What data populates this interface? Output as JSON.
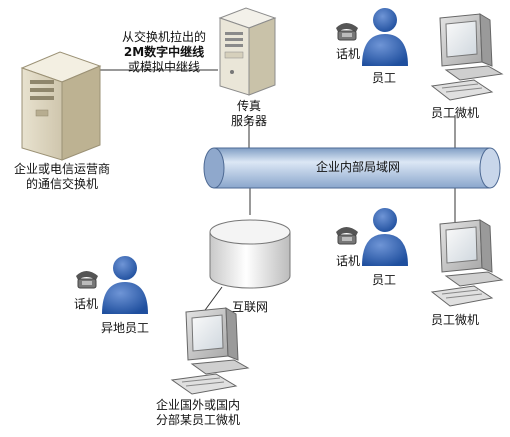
{
  "labels": {
    "pbx_line1": "企业或电信运营商",
    "pbx_line2": "的通信交换机",
    "trunk_line1": "从交换机拉出的",
    "trunk_line2": "2M数字中继线",
    "trunk_line3": "或模拟中继线",
    "fax_line1": "传真",
    "fax_line2": "服务器",
    "phone_top": "话机",
    "staff_top": "员工",
    "pc_top": "员工微机",
    "lan": "企业内部局域网",
    "phone_mid": "话机",
    "staff_mid": "员工",
    "pc_mid": "员工微机",
    "internet": "互联网",
    "phone_remote": "话机",
    "staff_remote": "异地员工",
    "pc_remote_line1": "企业国外或国内",
    "pc_remote_line2": "分部某员工微机"
  }
}
